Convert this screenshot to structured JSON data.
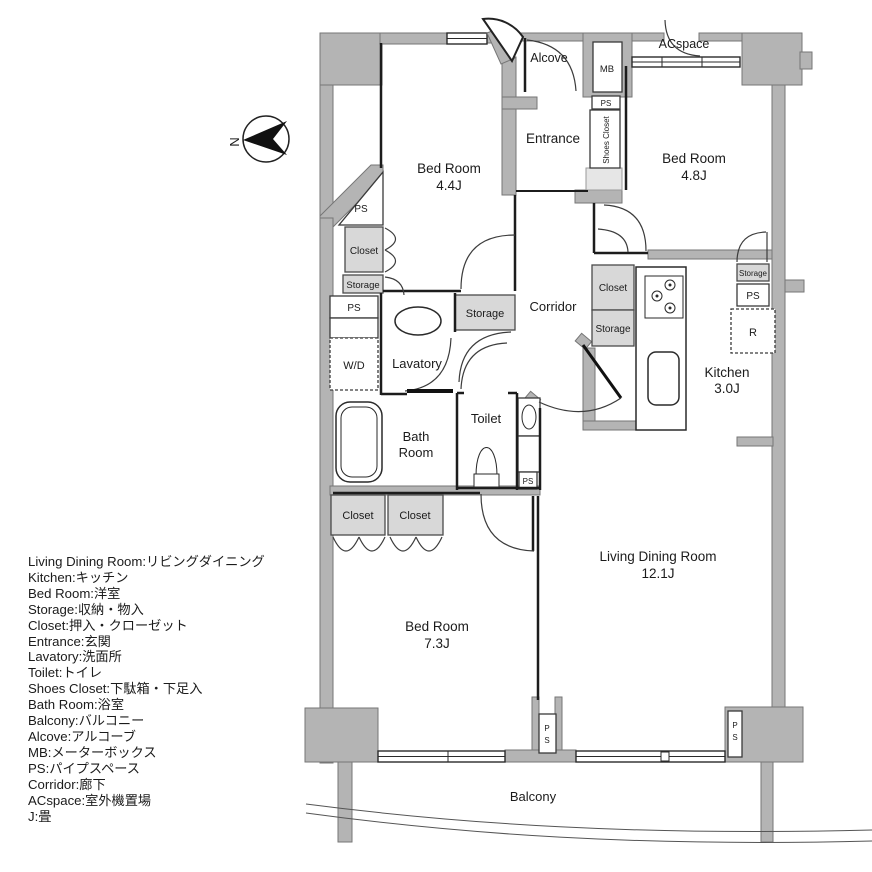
{
  "colors": {
    "wall_gray": "#b4b4b4",
    "closet_gray": "#d8d8d8",
    "line_black": "#1c1c1c",
    "background": "#ffffff"
  },
  "rooms": {
    "bed44": {
      "name": "Bed Room",
      "size": "4.4J"
    },
    "bed48": {
      "name": "Bed Room",
      "size": "4.8J"
    },
    "bed73": {
      "name": "Bed Room",
      "size": "7.3J"
    },
    "ldk": {
      "name": "Living Dining Room",
      "size": "12.1J"
    },
    "kitchen": {
      "name": "Kitchen",
      "size": "3.0J"
    },
    "bath_line1": "Bath",
    "bath_line2": "Room"
  },
  "labels": {
    "alcove": "Alcove",
    "entrance": "Entrance",
    "acspace": "ACspace",
    "corridor": "Corridor",
    "lavatory": "Lavatory",
    "toilet": "Toilet",
    "balcony": "Balcony",
    "mb": "MB",
    "wd": "W/D",
    "r": "R",
    "shoes_closet": "Shoes Closet",
    "closet": "Closet",
    "storage": "Storage",
    "ps": "PS",
    "ps_stacked": [
      "P",
      "S"
    ],
    "compass_n": "N"
  },
  "legend": {
    "items": [
      "Living Dining Room:リビングダイニング",
      "Kitchen:キッチン",
      "Bed Room:洋室",
      "Storage:収納・物入",
      "Closet:押入・クローゼット",
      "Entrance:玄関",
      "Lavatory:洗面所",
      "Toilet:トイレ",
      "Shoes Closet:下駄箱・下足入",
      "Bath Room:浴室",
      "Balcony:バルコニー",
      "Alcove:アルコーブ",
      "MB:メーターボックス",
      "PS:パイプスペース",
      "Corridor:廊下",
      "ACspace:室外機置場",
      "J:畳"
    ]
  }
}
